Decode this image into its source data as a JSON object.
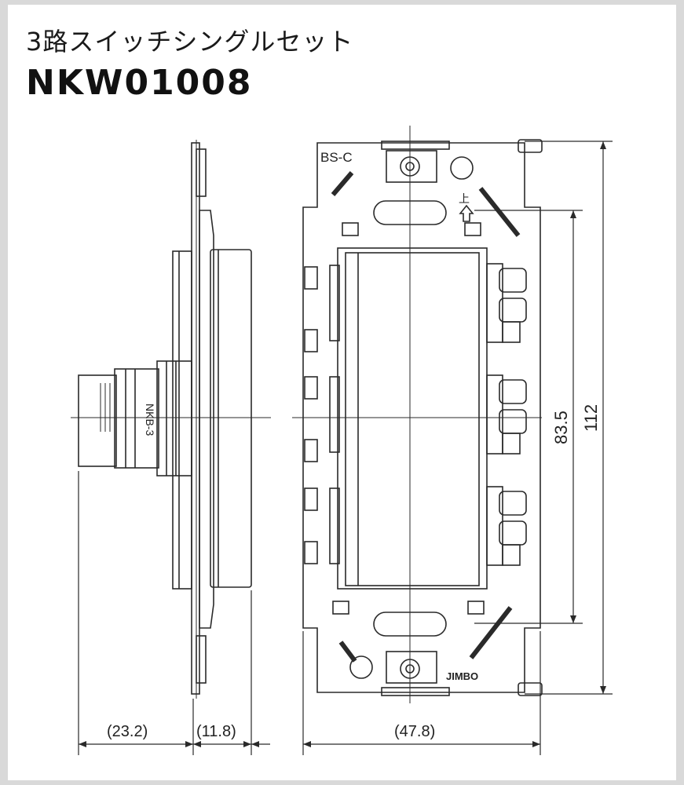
{
  "title": "3路スイッチシングルセット",
  "model": "NKW01008",
  "labels": {
    "frame_mark": "BS-C",
    "module_mark": "NKB-3",
    "brand": "JIMBO",
    "up_mark": "上"
  },
  "dimensions": {
    "depth_back": "(23.2)",
    "depth_front": "(11.8)",
    "width": "(47.8)",
    "inner_height": "83.5",
    "total_height": "112"
  }
}
